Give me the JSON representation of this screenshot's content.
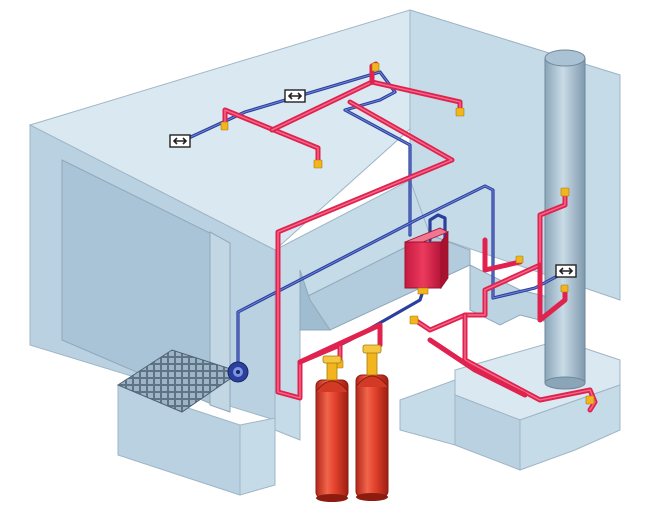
{
  "diagram": {
    "colors": {
      "extinguishing_pipe": "#e0224f",
      "detection_line": "#2b3f9c",
      "cylinder": "#e2412c",
      "nozzle": "#f2b51d",
      "control_panel": "#e0224f",
      "room_walls": "#c6dbe8"
    },
    "components": {
      "cylinders_count": 2,
      "control_panel_count": 1,
      "detectors_count": 3,
      "nozzles_count": 10,
      "alarm_count": 1,
      "chimney_count": 1,
      "floor_grate_count": 1
    },
    "icons": {
      "detector": "detector-icon",
      "nozzle": "nozzle-icon",
      "alarm": "alarm-sounder-icon",
      "cylinder": "gas-cylinder-icon",
      "panel": "control-panel-icon"
    }
  }
}
